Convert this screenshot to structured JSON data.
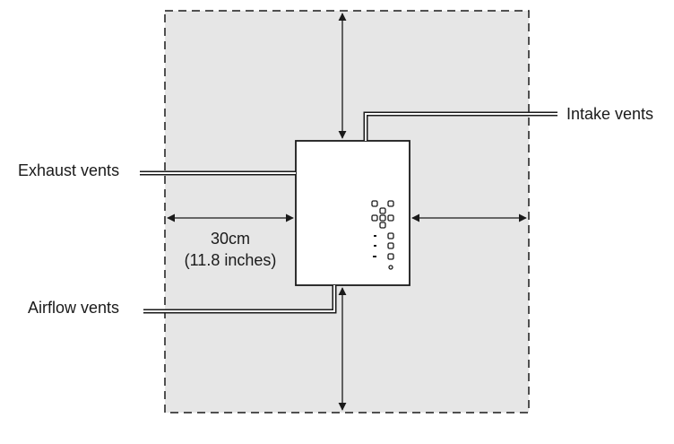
{
  "labels": {
    "exhaust_vents": "Exhaust vents",
    "intake_vents": "Intake vents",
    "airflow_vents": "Airflow vents",
    "distance_metric": "30cm",
    "distance_imperial": "(11.8 inches)"
  },
  "colors": {
    "clearance_zone_fill": "#e6e6e6",
    "line": "#1a1a1a",
    "device_fill": "#ffffff"
  }
}
